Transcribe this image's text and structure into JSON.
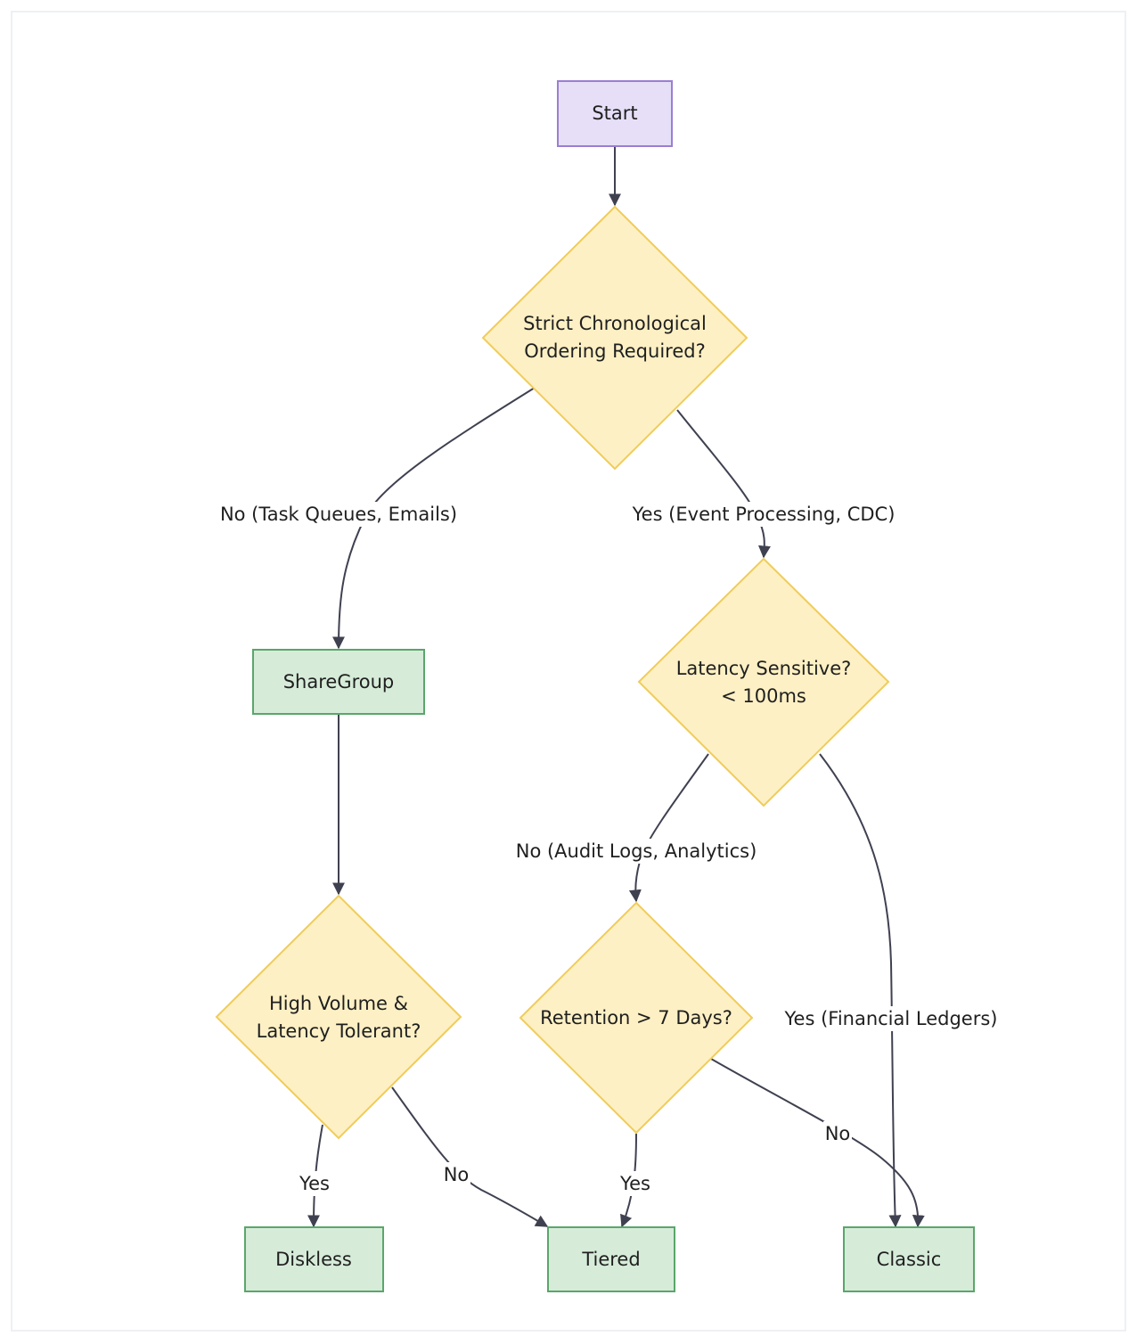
{
  "colors": {
    "start_fill": "#e6dff7",
    "start_stroke": "#9a7fd1",
    "decision_fill": "#fdf0c4",
    "decision_stroke": "#f0cc5a",
    "outcome_fill": "#d6ecd9",
    "outcome_stroke": "#5aa66b",
    "edge": "#3f4150"
  },
  "nodes": {
    "start": "Start",
    "ordering_line1": "Strict Chronological",
    "ordering_line2": "Ordering Required?",
    "sharegroup": "ShareGroup",
    "latency_line1": "Latency Sensitive?",
    "latency_line2": "< 100ms",
    "volume_line1": "High Volume &",
    "volume_line2": "Latency Tolerant?",
    "retention": "Retention > 7 Days?",
    "diskless": "Diskless",
    "tiered": "Tiered",
    "classic": "Classic"
  },
  "edges": {
    "ordering_no": "No (Task Queues, Emails)",
    "ordering_yes": "Yes (Event Processing, CDC)",
    "latency_no": "No (Audit Logs, Analytics)",
    "latency_yes": "Yes (Financial Ledgers)",
    "volume_yes": "Yes",
    "volume_no": "No",
    "retention_yes": "Yes",
    "retention_no": "No"
  }
}
